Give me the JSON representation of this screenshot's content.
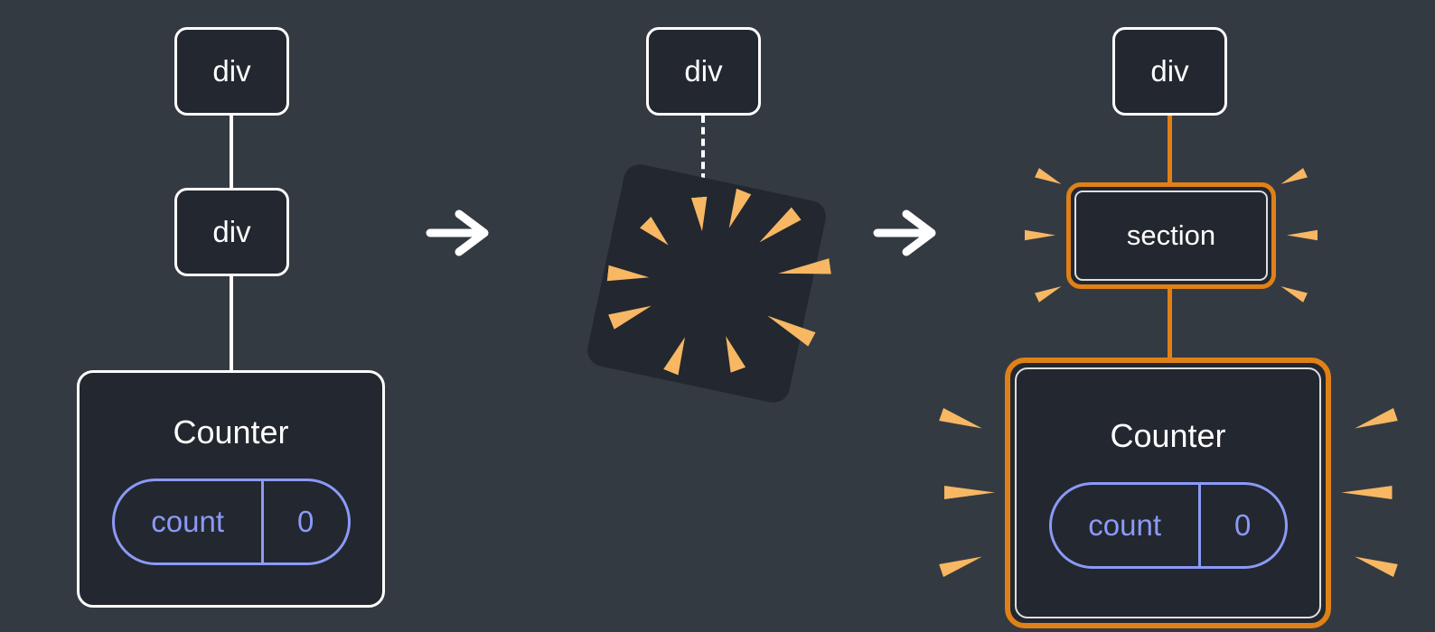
{
  "colors": {
    "background": "#343a42",
    "box_fill": "#23272f",
    "box_border": "#ffffff",
    "text": "#ffffff",
    "state_accent": "#8b9af7",
    "highlight_orange": "#e08117",
    "spark_orange": "#f7b763",
    "inner_ring": "rgba(255,255,255,0.85)"
  },
  "icons": {
    "arrow_right": "arrow-right",
    "poof_burst": "poof-burst",
    "sparkle": "sparkle-dash"
  },
  "before_tree": {
    "root_label": "div",
    "child_label": "div",
    "component": {
      "name": "Counter",
      "state_key": "count",
      "state_value": "0"
    }
  },
  "transition": {
    "root_label": "div"
  },
  "after_tree": {
    "root_label": "div",
    "section_label": "section",
    "component": {
      "name": "Counter",
      "state_key": "count",
      "state_value": "0"
    }
  }
}
